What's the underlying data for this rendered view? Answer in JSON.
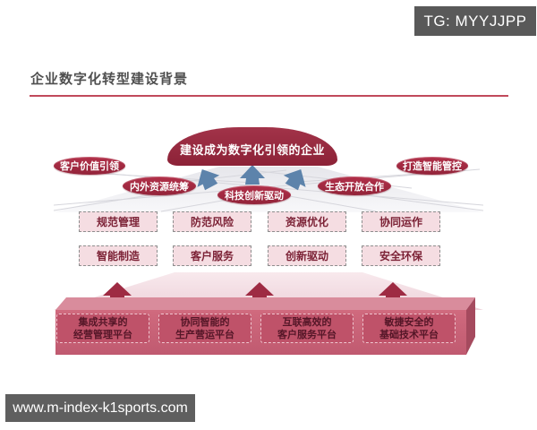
{
  "title": "企业数字化转型建设背景",
  "watermarks": {
    "top": "TG: MYYJJPP",
    "bottom": "www.m-index-k1sports.com"
  },
  "diagram": {
    "vision": "建设成为数字化引领的企业",
    "drivers": [
      {
        "label": "客户价值引领"
      },
      {
        "label": "打造智能管控"
      },
      {
        "label": "内外资源统筹"
      },
      {
        "label": "科技创新驱动"
      },
      {
        "label": "生态开放合作"
      }
    ],
    "capabilities": [
      {
        "label": "规范管理"
      },
      {
        "label": "防范风险"
      },
      {
        "label": "资源优化"
      },
      {
        "label": "协同运作"
      },
      {
        "label": "智能制造"
      },
      {
        "label": "客户服务"
      },
      {
        "label": "创新驱动"
      },
      {
        "label": "安全环保"
      }
    ],
    "platforms": [
      {
        "line1": "集成共享的",
        "line2": "经营管理平台"
      },
      {
        "line1": "协同智能的",
        "line2": "生产营运平台"
      },
      {
        "line1": "互联高效的",
        "line2": "客户服务平台"
      },
      {
        "line1": "敏捷安全的",
        "line2": "基础技术平台"
      }
    ]
  },
  "colors": {
    "accent_red": "#9e2b43",
    "dome_red": "#93273d",
    "ellipse_red": "#a32a40",
    "capability_pink": "#f5dde2",
    "platform_front": "#c75f75",
    "platform_top": "#d98c9c",
    "arrow_blue": "#5d83ab",
    "watermark_gray": "#595959",
    "underline_red": "#c1495b"
  }
}
